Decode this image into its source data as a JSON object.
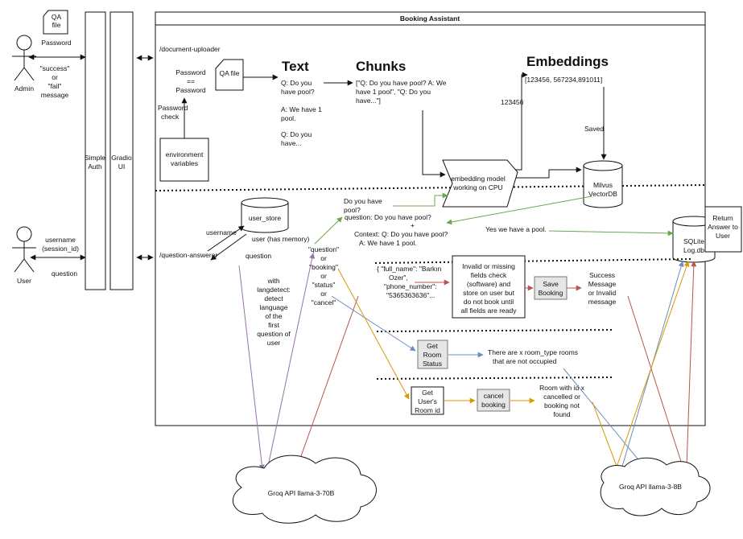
{
  "title": "Booking Assistant",
  "actors": {
    "admin": "Admin",
    "user": "User"
  },
  "admin_side": {
    "qa_file": [
      "QA",
      "file"
    ],
    "password": "Password",
    "result": [
      "\"success\"",
      "or",
      "\"fail\"",
      "message"
    ]
  },
  "user_side": {
    "username": [
      "username",
      "(session_id)"
    ],
    "question": "question"
  },
  "simple_auth": [
    "Simple",
    "Auth"
  ],
  "gradio_ui": [
    "Gradio",
    "UI"
  ],
  "uploader": {
    "route": "/document-uploader",
    "password_compare": [
      "Password",
      "==",
      "Password"
    ],
    "qa_file": "QA file",
    "password_check": [
      "Password",
      "check"
    ],
    "env_vars": [
      "environment",
      "variables"
    ],
    "text_header": "Text",
    "text_body": [
      "Q: Do you",
      "have pool?",
      "",
      "A: We have 1",
      "pool.",
      "",
      "Q: Do you",
      "have..."
    ],
    "chunks_header": "Chunks",
    "chunks_body": [
      "[\"Q: Do you have pool? A: We",
      "have 1 pool\", \"Q: Do you",
      "have...\"]"
    ],
    "embeddings_header": "Embeddings",
    "embeddings_body": "[123456, 567234,891011]",
    "embedding_value": "123456",
    "saved": "Saved",
    "embedding_model": [
      "embedding model",
      "working on CPU"
    ],
    "vector_db": [
      "Milvus",
      "VectorDB"
    ]
  },
  "answerer": {
    "route": "/question-answerer",
    "user_store": "user_store",
    "username": "username",
    "user_memory": "user (has memory)",
    "question": "question",
    "langdetect": [
      "with",
      "langdetect:",
      "detect",
      "language",
      "of the",
      "first",
      "question of",
      "user"
    ],
    "intents": [
      "\"question\"",
      "or",
      "\"booking\"",
      "or",
      "\"status\"",
      "or",
      "\"cancel\""
    ],
    "do_you_have_pool": [
      "Do you have",
      "pool?"
    ],
    "question_prompt": "question: Do you have pool?",
    "plus": "+",
    "context_prompt": [
      "Context: Q: Do you have pool?",
      "A: We have 1 pool."
    ],
    "yes_pool": "Yes we have a pool.",
    "sqlite": [
      "SQLite",
      "Log.db"
    ],
    "return_answer": [
      "Return",
      "Answer to",
      "User"
    ],
    "booking_json": [
      "{ \"full_name\": \"Barkın",
      "Ozer\",",
      "\"phone_number\":",
      "\"5365363636\"..."
    ],
    "validation": [
      "Invalid or missing",
      "fields check",
      "(software) and",
      "store on user but",
      "do not book until",
      "all fields are ready"
    ],
    "save_booking": [
      "Save",
      "Booking"
    ],
    "success_msg": [
      "Success",
      "Message",
      "or Invalid",
      "message"
    ],
    "get_room_status": [
      "Get",
      "Room",
      "Status"
    ],
    "room_status_msg": [
      "There are x room_type rooms",
      "that are not occupied"
    ],
    "get_room_id": [
      "Get",
      "User's",
      "Room id"
    ],
    "cancel_booking": [
      "cancel",
      "booking"
    ],
    "cancel_msg": [
      "Room with id x",
      "cancelled or",
      "booking not",
      "found"
    ]
  },
  "clouds": {
    "left": "Groq API llama-3-70B",
    "right": "Groq API llama-3-8B"
  },
  "colors": {
    "green": "#6aa84f",
    "purple": "#9673a6",
    "orange": "#d79b00",
    "blue": "#6c8ebf",
    "red": "#b85450"
  }
}
